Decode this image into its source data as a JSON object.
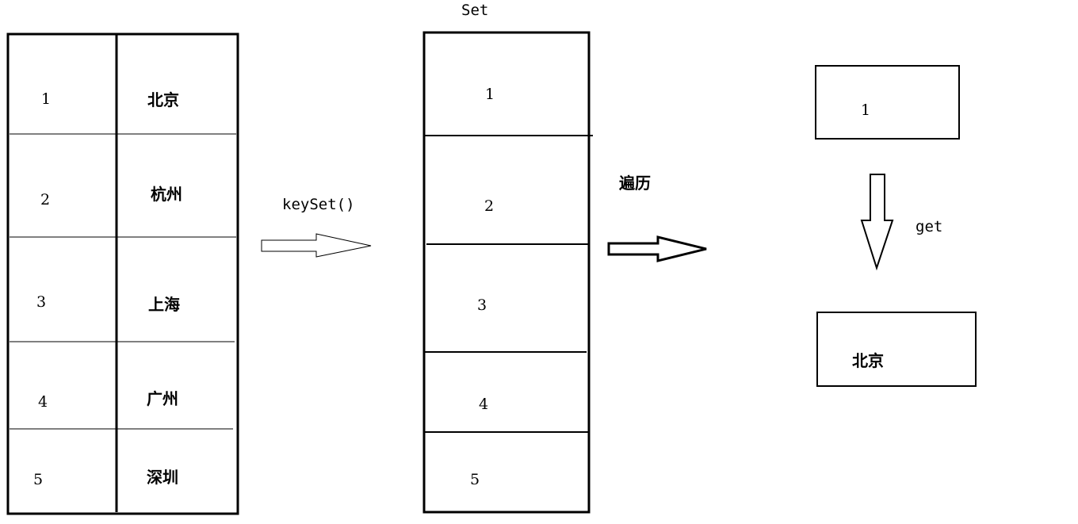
{
  "map_table": {
    "rows": [
      {
        "key": "1",
        "value": "北京"
      },
      {
        "key": "2",
        "value": "杭州"
      },
      {
        "key": "3",
        "value": "上海"
      },
      {
        "key": "4",
        "value": "广州"
      },
      {
        "key": "5",
        "value": "深圳"
      }
    ]
  },
  "arrow_keyset": {
    "label": "keySet()"
  },
  "set_box": {
    "title": "Set",
    "items": [
      "1",
      "2",
      "3",
      "4",
      "5"
    ]
  },
  "arrow_traverse": {
    "label": "遍历"
  },
  "key_box": {
    "label": "1"
  },
  "arrow_get": {
    "label": "get"
  },
  "value_box": {
    "label": "北京"
  }
}
